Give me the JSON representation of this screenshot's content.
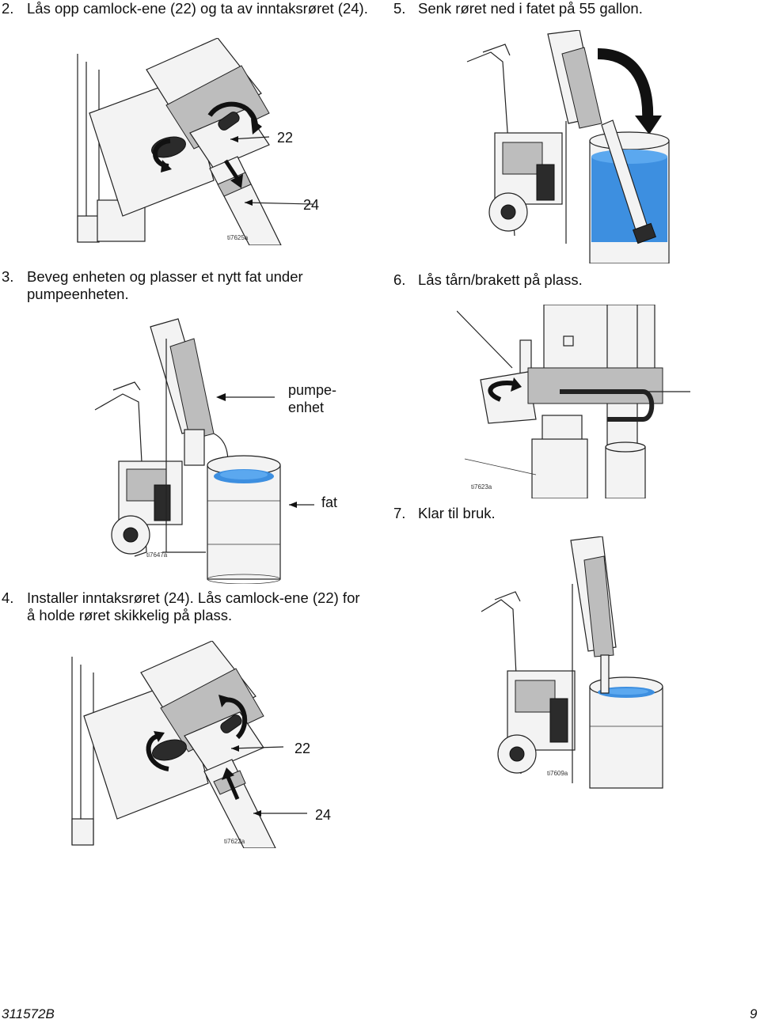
{
  "steps": {
    "s2": {
      "num": "2.",
      "line1": "Lås opp camlock-ene (22) og ta av inntaksrøret (24)."
    },
    "s3": {
      "num": "3.",
      "line1": "Beveg enheten og plasser et nytt fat under",
      "line2": "pumpeenheten."
    },
    "s4": {
      "num": "4.",
      "line1": "Installer inntaksrøret (24). Lås camlock-ene (22) for",
      "line2": "å holde røret skikkelig på plass."
    },
    "s5": {
      "num": "5.",
      "line1": "Senk røret ned i fatet på 55 gallon."
    },
    "s6": {
      "num": "6.",
      "line1": "Lås tårn/brakett på plass."
    },
    "s7": {
      "num": "7.",
      "line1": "Klar til bruk."
    }
  },
  "figures": {
    "fig_unlock": {
      "id": "ti7625a",
      "callouts": [
        "22",
        "24"
      ]
    },
    "fig_move": {
      "id": "ti7647a",
      "callout_unit_line1": "pumpe-",
      "callout_unit_line2": "enhet",
      "callout_drum": "fat"
    },
    "fig_install": {
      "id": "ti7622a",
      "callouts": [
        "22",
        "24"
      ]
    },
    "fig_lower": {
      "id": ""
    },
    "fig_lock": {
      "id": "ti7623a"
    },
    "fig_ready": {
      "id": "ti7609a"
    }
  },
  "footer": {
    "doc_number": "311572B",
    "page_number": "9"
  },
  "colors": {
    "fluid": "#3d8fe0",
    "fluid_surface": "#5ba8ef",
    "line_art": "#222222"
  }
}
